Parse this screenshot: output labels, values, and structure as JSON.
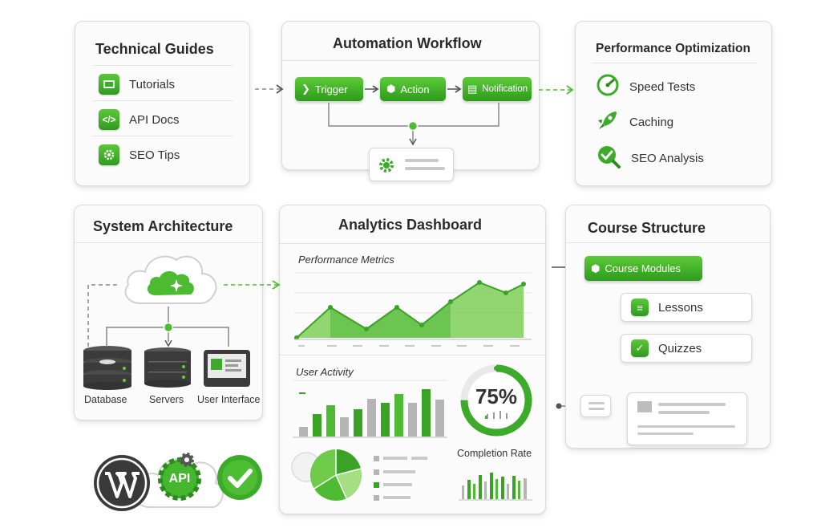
{
  "technical_guides": {
    "title": "Technical Guides",
    "items": [
      {
        "label": "Tutorials",
        "icon": "book-icon"
      },
      {
        "label": "API Docs",
        "icon": "code-icon"
      },
      {
        "label": "SEO Tips",
        "icon": "seo-gear-icon"
      }
    ]
  },
  "automation_workflow": {
    "title": "Automation Workflow",
    "steps": [
      {
        "label": "Trigger",
        "icon": "chevron-right-icon"
      },
      {
        "label": "Action",
        "icon": "cube-icon"
      },
      {
        "label": "Notification",
        "icon": "document-icon"
      }
    ]
  },
  "performance_optimization": {
    "title": "Performance Optimization",
    "items": [
      {
        "label": "Speed Tests",
        "icon": "speedometer-icon"
      },
      {
        "label": "Caching",
        "icon": "rocket-icon"
      },
      {
        "label": "SEO Analysis",
        "icon": "magnifier-check-icon"
      }
    ]
  },
  "system_architecture": {
    "title": "System Architecture",
    "nodes": [
      {
        "label": "Database",
        "icon": "database-icon"
      },
      {
        "label": "Servers",
        "icon": "server-icon"
      },
      {
        "label": "User Interface",
        "icon": "monitor-icon"
      }
    ]
  },
  "analytics_dashboard": {
    "title": "Analytics Dashboard",
    "performance_metrics_label": "Performance Metrics",
    "user_activity_label": "User Activity",
    "completion_value": "75%",
    "completion_fraction": 0.75,
    "completion_label": "Completion Rate"
  },
  "course_structure": {
    "title": "Course Structure",
    "modules_label": "Course Modules",
    "lessons_label": "Lessons",
    "quizzes_label": "Quizzes"
  },
  "bottom_logos": {
    "api_label": "API"
  },
  "colors": {
    "accent_green": "#3cab2a",
    "light_green": "#8fd46b",
    "card_border": "#dcdcdc",
    "dark_gray": "#3a3a3a"
  }
}
